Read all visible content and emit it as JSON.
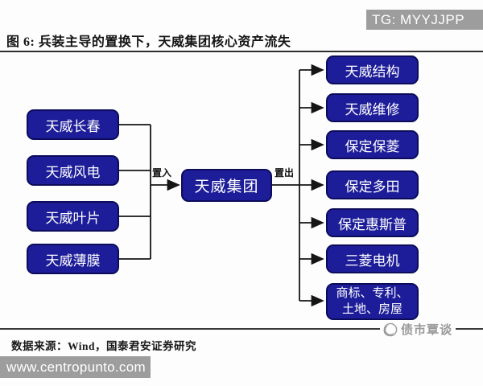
{
  "header": {
    "tg_badge": "TG: MYYJJPP",
    "title": "图 6: 兵装主导的置换下，天威集团核心资产流失"
  },
  "diagram": {
    "left_boxes": [
      "天威长春",
      "天威风电",
      "天威叶片",
      "天威薄膜"
    ],
    "center_box": "天威集团",
    "right_boxes": [
      "天威结构",
      "天威维修",
      "保定保菱",
      "保定多田",
      "保定惠斯普",
      "三菱电机",
      "商标、专利、土地、房屋"
    ],
    "arrow_in_label": "置入",
    "arrow_out_label": "置出"
  },
  "footer": {
    "source": "数据来源：Wind，国泰君安证券研究",
    "watermark": "债市覃谈",
    "url_bar": "www.centropunto.com"
  },
  "colors": {
    "box_fill": "#1d1d99",
    "box_border": "#0c0c5a",
    "bar_gray": "#9d9d9d",
    "watermark_gray": "#9a9a9a",
    "line": "#151515"
  }
}
